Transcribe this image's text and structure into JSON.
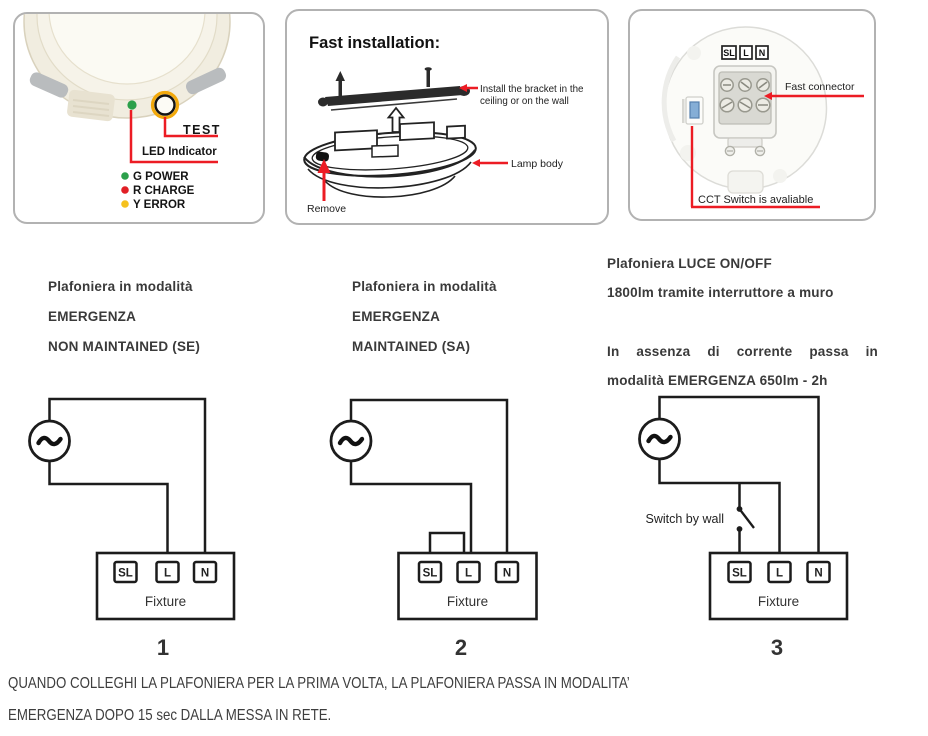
{
  "colors": {
    "red": "#ec1c24",
    "green_led": "#2ca04b",
    "red_led": "#e11f26",
    "yellow_led": "#f5c11e"
  },
  "panel_indicator": {
    "test_label": "TEST",
    "led_label": "LED Indicator",
    "legend": [
      {
        "label": "G POWER",
        "color": "#2ca04b"
      },
      {
        "label": "R CHARGE",
        "color": "#e11f26"
      },
      {
        "label": "Y ERROR",
        "color": "#f5c11e"
      }
    ]
  },
  "panel_install": {
    "title": "Fast installation:",
    "bracket_note_line1": "Install the bracket in the",
    "bracket_note_line2": "ceiling or on the wall",
    "lamp_body_label": "Lamp body",
    "remove_label": "Remove"
  },
  "panel_connector": {
    "terminals": [
      "SL",
      "L",
      "N"
    ],
    "fast_connector_label": "Fast connector",
    "cct_note": "CCT Switch is avaliable"
  },
  "columns": [
    {
      "heading_line1": "Plafoniera in modalità",
      "heading_line2": "EMERGENZA",
      "heading_line3": "NON MAINTAINED (SE)",
      "number": "1"
    },
    {
      "heading_line1": "Plafoniera in modalità",
      "heading_line2": "EMERGENZA",
      "heading_line3": "MAINTAINED (SA)",
      "number": "2"
    },
    {
      "heading_line1": "Plafoniera LUCE ON/OFF",
      "heading_line2": "1800lm tramite interruttore a muro",
      "paragraph_line1": "In assenza di corrente passa in",
      "paragraph_line2": "modalità EMERGENZA 650lm - 2h",
      "switch_label": "Switch by wall",
      "number": "3"
    }
  ],
  "wiring": {
    "terminals": [
      "SL",
      "L",
      "N"
    ],
    "fixture_label": "Fixture"
  },
  "footer": {
    "line1": "QUANDO COLLEGHI LA PLAFONIERA PER LA PRIMA VOLTA, LA PLAFONIERA PASSA IN MODALITA’",
    "line2": "EMERGENZA DOPO 15 sec DALLA MESSA IN RETE."
  }
}
